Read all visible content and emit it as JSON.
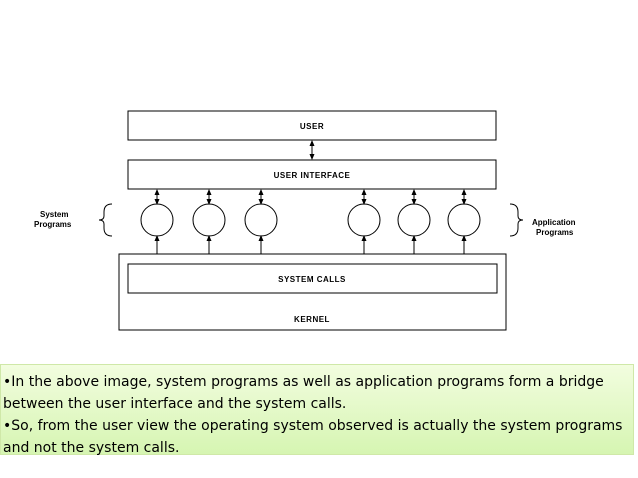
{
  "diagram": {
    "user_label": "USER",
    "user_interface_label": "USER INTERFACE",
    "system_calls_label": "SYSTEM CALLS",
    "kernel_label": "KERNEL",
    "system_programs_label": [
      "System",
      "Programs"
    ],
    "application_programs_label": [
      "Application",
      "Programs"
    ],
    "system_program_count": 3,
    "application_program_count": 3
  },
  "caption": {
    "bullets": [
      "•In the above image, system programs as well as application programs form a bridge between the user interface and the system calls.",
      "•So, from the user view the operating system observed is actually the system programs and not the system calls."
    ]
  }
}
